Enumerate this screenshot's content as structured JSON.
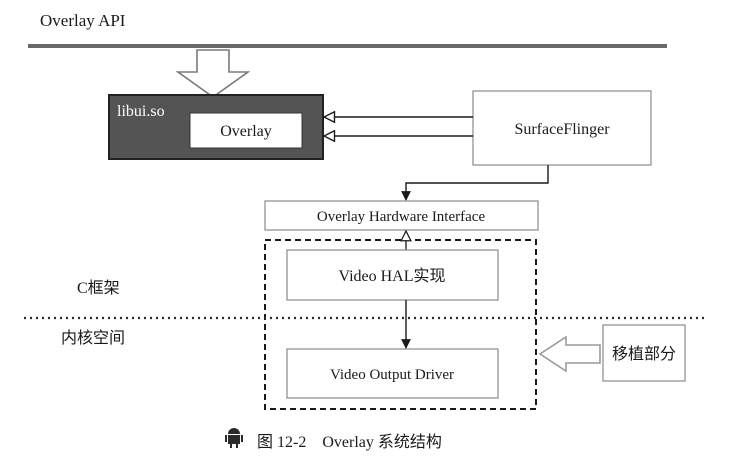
{
  "top_label": "Overlay API",
  "libui": {
    "title": "libui.so",
    "inner": "Overlay"
  },
  "surfaceflinger": "SurfaceFlinger",
  "hw_interface": "Overlay Hardware Interface",
  "video_hal": "Video HAL实现",
  "video_driver": "Video Output Driver",
  "porting": "移植部分",
  "c_framework": "C框架",
  "kernel_space": "内核空间",
  "caption": "图 12-2　Overlay 系统结构",
  "colors": {
    "libui_fill": "#545454",
    "line": "#1a1a1a",
    "box_border": "#8a8a8a",
    "hollow_arrow": "#9a9a9a"
  }
}
